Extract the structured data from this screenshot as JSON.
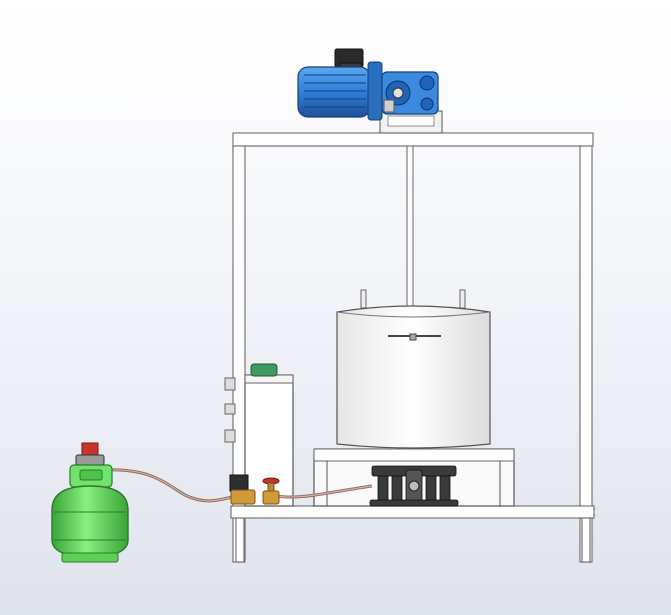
{
  "scene": {
    "kind": "cad-assembly-render",
    "colors": {
      "motor": "#2f7fd6",
      "motor_dark": "#1d4f9c",
      "cylinder": "#72e36a",
      "cylinder_dark": "#3aa43a",
      "valve_brass": "#d09a3a",
      "valve_red": "#c8342a",
      "hose": "#b08a7a",
      "tank_cap": "#3f9b62",
      "frame": "#ffffff",
      "outline": "#5a5a5a"
    },
    "components": [
      "gear-motor",
      "support-frame",
      "agitator-shaft",
      "cooking-pot",
      "liquid-tank",
      "gas-burner-stand",
      "gas-cylinder",
      "solenoid-valve",
      "manual-valve",
      "gas-hose"
    ]
  }
}
